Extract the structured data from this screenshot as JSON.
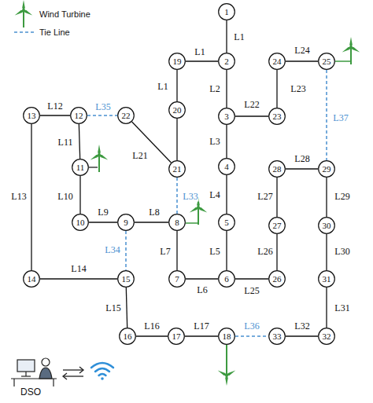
{
  "diagram": {
    "nodes": [
      {
        "text": [
          "1"
        ]
      },
      {
        "text": [
          "2"
        ]
      },
      {
        "text": [
          "3"
        ]
      },
      {
        "text": [
          "4"
        ]
      },
      {
        "text": [
          "5"
        ]
      },
      {
        "text": [
          "6"
        ]
      },
      {
        "text": [
          "7"
        ]
      },
      {
        "text": [
          "8"
        ]
      },
      {
        "text": [
          "9"
        ]
      },
      {
        "text": [
          "10"
        ]
      },
      {
        "text": [
          "11"
        ]
      },
      {
        "text": [
          "12"
        ]
      },
      {
        "text": [
          "13"
        ]
      },
      {
        "text": [
          "14"
        ]
      },
      {
        "text": [
          "15"
        ]
      },
      {
        "text": [
          "16"
        ]
      },
      {
        "text": [
          "17"
        ]
      },
      {
        "text": [
          "18"
        ]
      },
      {
        "text": [
          "19"
        ]
      },
      {
        "text": [
          "20"
        ]
      },
      {
        "text": [
          "21"
        ]
      },
      {
        "text": [
          "22"
        ]
      },
      {
        "text": [
          "23"
        ]
      },
      {
        "text": [
          "24"
        ]
      },
      {
        "text": [
          "25"
        ]
      },
      {
        "text": [
          "26"
        ]
      },
      {
        "text": [
          "27"
        ]
      },
      {
        "text": [
          "28"
        ]
      },
      {
        "text": [
          "29"
        ]
      },
      {
        "text": [
          "30"
        ]
      },
      {
        "text": [
          "31"
        ]
      },
      {
        "text": [
          "32"
        ]
      },
      {
        "text": [
          "33"
        ]
      }
    ],
    "edges": [
      {
        "from": 0,
        "to": 1,
        "arrow": "none",
        "label": "L1"
      },
      {
        "from": 1,
        "to": 18,
        "arrow": "none",
        "label": "L1"
      },
      {
        "from": 18,
        "to": 19,
        "arrow": "none",
        "label": "L1"
      },
      {
        "from": 19,
        "to": 20,
        "arrow": "none"
      },
      {
        "from": 1,
        "to": 2,
        "arrow": "none",
        "label": "L2"
      },
      {
        "from": 2,
        "to": 3,
        "arrow": "none",
        "label": "L3"
      },
      {
        "from": 3,
        "to": 4,
        "arrow": "none",
        "label": "L4"
      },
      {
        "from": 4,
        "to": 5,
        "arrow": "none",
        "label": "L5"
      },
      {
        "from": 5,
        "to": 6,
        "arrow": "none",
        "label": "L6"
      },
      {
        "from": 6,
        "to": 7,
        "arrow": "none",
        "label": "L7"
      },
      {
        "from": 7,
        "to": 8,
        "arrow": "none",
        "label": "L8"
      },
      {
        "from": 8,
        "to": 9,
        "arrow": "none",
        "label": "L9"
      },
      {
        "from": 9,
        "to": 10,
        "arrow": "none",
        "label": "L10"
      },
      {
        "from": 10,
        "to": 11,
        "arrow": "none",
        "label": "L11"
      },
      {
        "from": 11,
        "to": 12,
        "arrow": "none",
        "label": "L12"
      },
      {
        "from": 12,
        "to": 13,
        "arrow": "none",
        "label": "L13"
      },
      {
        "from": 13,
        "to": 14,
        "arrow": "none",
        "label": "L14"
      },
      {
        "from": 14,
        "to": 15,
        "arrow": "none",
        "label": "L15"
      },
      {
        "from": 15,
        "to": 16,
        "arrow": "none",
        "label": "L16"
      },
      {
        "from": 16,
        "to": 17,
        "arrow": "none",
        "label": "L17"
      },
      {
        "from": 21,
        "to": 20,
        "arrow": "none",
        "label": "L21"
      },
      {
        "from": 2,
        "to": 22,
        "arrow": "none",
        "label": "L22"
      },
      {
        "from": 22,
        "to": 23,
        "arrow": "none",
        "label": "L23"
      },
      {
        "from": 23,
        "to": 24,
        "arrow": "none",
        "label": "L24"
      },
      {
        "from": 5,
        "to": 25,
        "arrow": "none",
        "label": "L25"
      },
      {
        "from": 25,
        "to": 26,
        "arrow": "none",
        "label": "L26"
      },
      {
        "from": 26,
        "to": 27,
        "arrow": "none",
        "label": "L27"
      },
      {
        "from": 27,
        "to": 28,
        "arrow": "none",
        "label": "L28"
      },
      {
        "from": 28,
        "to": 29,
        "arrow": "none",
        "label": "L29"
      },
      {
        "from": 29,
        "to": 30,
        "arrow": "none",
        "label": "L30"
      },
      {
        "from": 30,
        "to": 31,
        "arrow": "none",
        "label": "L31"
      },
      {
        "from": 31,
        "to": 32,
        "arrow": "none",
        "label": "L32"
      },
      {
        "from": 7,
        "to": 20,
        "arrow": "none",
        "label": "L33"
      },
      {
        "from": 8,
        "to": 14,
        "arrow": "none",
        "label": "L34"
      },
      {
        "from": 11,
        "to": 21,
        "arrow": "none",
        "label": "L35"
      },
      {
        "from": 17,
        "to": 32,
        "arrow": "none",
        "label": "L36"
      },
      {
        "from": 24,
        "to": 28,
        "arrow": "none",
        "label": "L37"
      }
    ],
    "labels": [
      "DSO"
    ],
    "legend": [
      {
        "text": "Wind Turbine"
      },
      {
        "text": "Tie Line"
      }
    ]
  }
}
